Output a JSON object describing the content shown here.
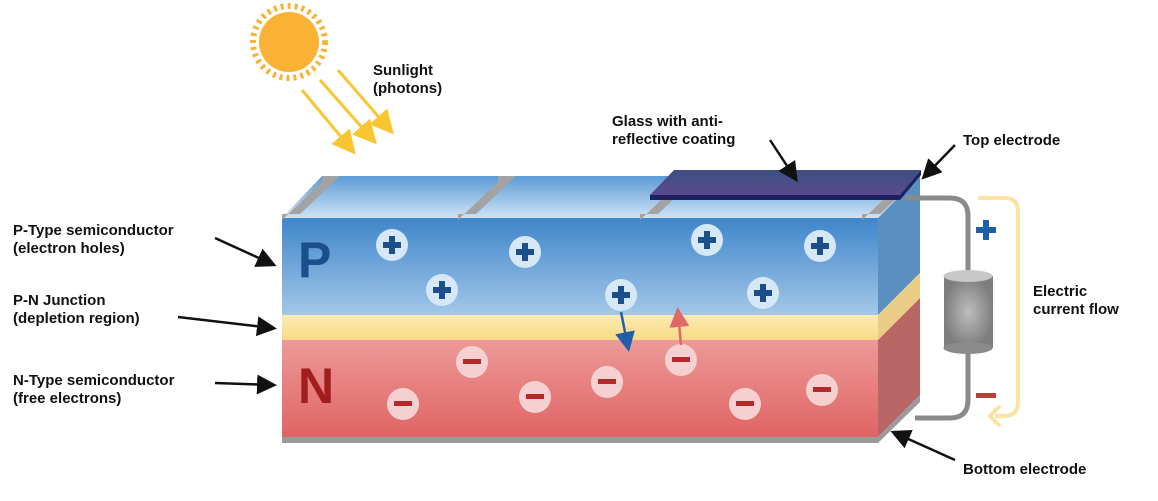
{
  "labels": {
    "sunlight": [
      "Sunlight",
      "(photons)"
    ],
    "glass": [
      "Glass with anti-",
      "reflective coating"
    ],
    "top_electrode": "Top electrode",
    "p_type": [
      "P-Type semiconductor",
      "(electron holes)"
    ],
    "pn_junction": [
      "P-N Junction",
      "(depletion region)"
    ],
    "n_type": [
      "N-Type semiconductor",
      "(free electrons)"
    ],
    "current": [
      "Electric",
      "current flow"
    ],
    "bottom_electrode": "Bottom electrode",
    "p_letter": "P",
    "n_letter": "N"
  },
  "colors": {
    "p_layer": "#4a8fd0",
    "junction": "#fbe29a",
    "n_layer": "#e77a7a",
    "glass": "#4a4a8c",
    "sun": "#f9b233",
    "rays": "#f9c531",
    "current_arrow": "#fde3a0"
  }
}
